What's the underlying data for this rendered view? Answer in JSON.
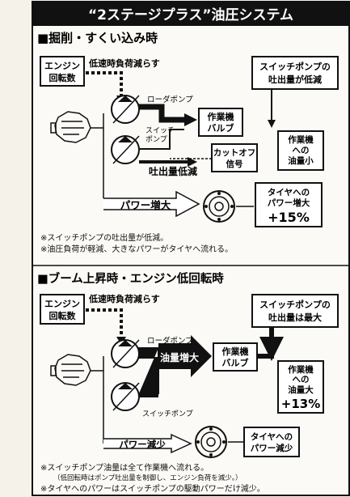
{
  "title": "“2ステージプラス”油圧システム",
  "sections": [
    {
      "heading": "■掘削・すくい込み時",
      "engine_label": [
        "エンジン",
        "回転数"
      ],
      "low_speed_label": "低速時負荷減らす",
      "loader_pump_label": "ローダポンプ",
      "switch_pump_label": [
        "スイッチ",
        "ポンプ"
      ],
      "work_valve": [
        "作業機",
        "バルブ"
      ],
      "cutoff": [
        "カットオフ",
        "信号"
      ],
      "discharge_low": "吐出量低減",
      "power_up": "パワー増大",
      "switch_pump_status": [
        "スイッチポンプの",
        "吐出量が低減"
      ],
      "work_oil": [
        "作業機",
        "への",
        "油量小"
      ],
      "tire_power": [
        "タイヤへの",
        "パワー増大",
        "+15%"
      ],
      "notes": [
        "※スイッチポンプの吐出量が低減。",
        "※油圧負荷が軽減、大きなパワーがタイヤへ流れる。"
      ]
    },
    {
      "heading": "■ブーム上昇時・エンジン低回転時",
      "engine_label": [
        "エンジン",
        "回転数"
      ],
      "low_speed_label": "低速時負荷減らす",
      "loader_pump_label": "ローダポンプ",
      "switch_pump_label": "スイッチポンプ",
      "oil_increase": "油量増大",
      "work_valve": [
        "作業機",
        "バルブ"
      ],
      "power_down": "パワー減少",
      "switch_pump_status": [
        "スイッチポンプの",
        "吐出量は最大"
      ],
      "work_oil": [
        "作業機",
        "への",
        "油量大",
        "+13%"
      ],
      "tire_power": [
        "タイヤへの",
        "パワー減少"
      ],
      "notes": [
        "※スイッチポンプ油量は全て作業機へ流れる。",
        "（低回転時はポンプ吐出量を制御し、エンジン負荷を減少。）",
        "※タイヤへのパワーはスイッチポンプの駆動パワーだけ減少。"
      ]
    }
  ]
}
